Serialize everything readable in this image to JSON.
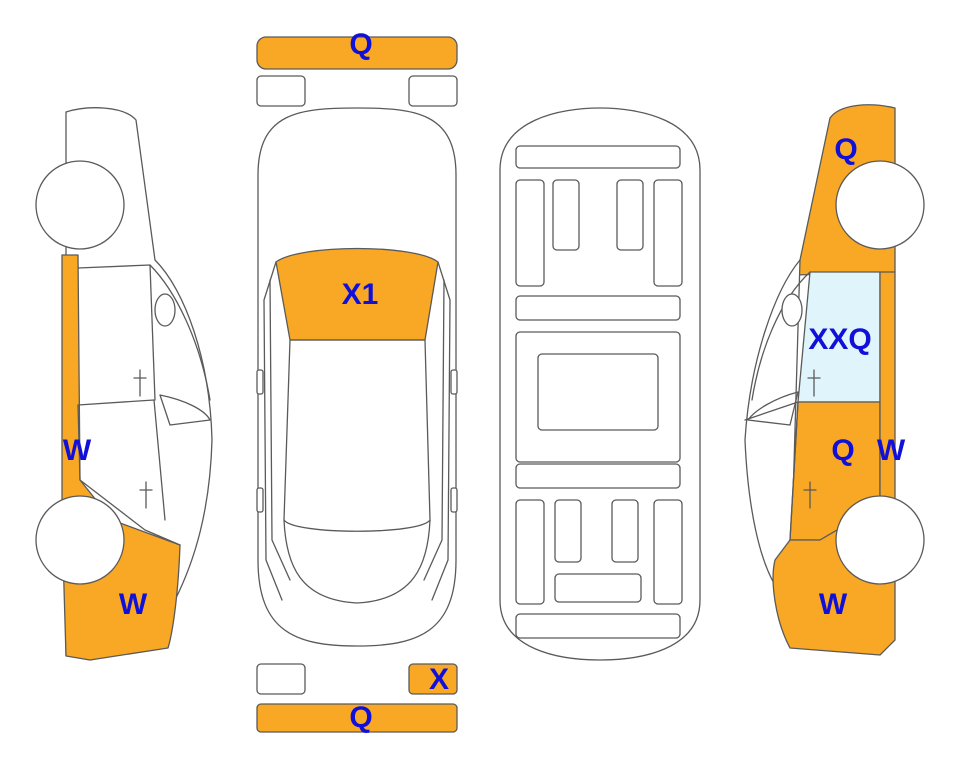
{
  "colors": {
    "damage": "#f9a825",
    "glass": "#e0f4fc",
    "code": "#1010d8",
    "outline": "#5a5a5a"
  },
  "marks": {
    "front_bumper": "Q",
    "hood": "X1",
    "rear_bumper": "Q",
    "rear_plate_area": "X",
    "left_rear_door": "W",
    "left_rear_quarter": "W",
    "right_front_fender": "Q",
    "right_front_door_glass": "XXQ",
    "right_front_door": "Q",
    "right_rear_door": "W",
    "right_rear_quarter": "W"
  }
}
